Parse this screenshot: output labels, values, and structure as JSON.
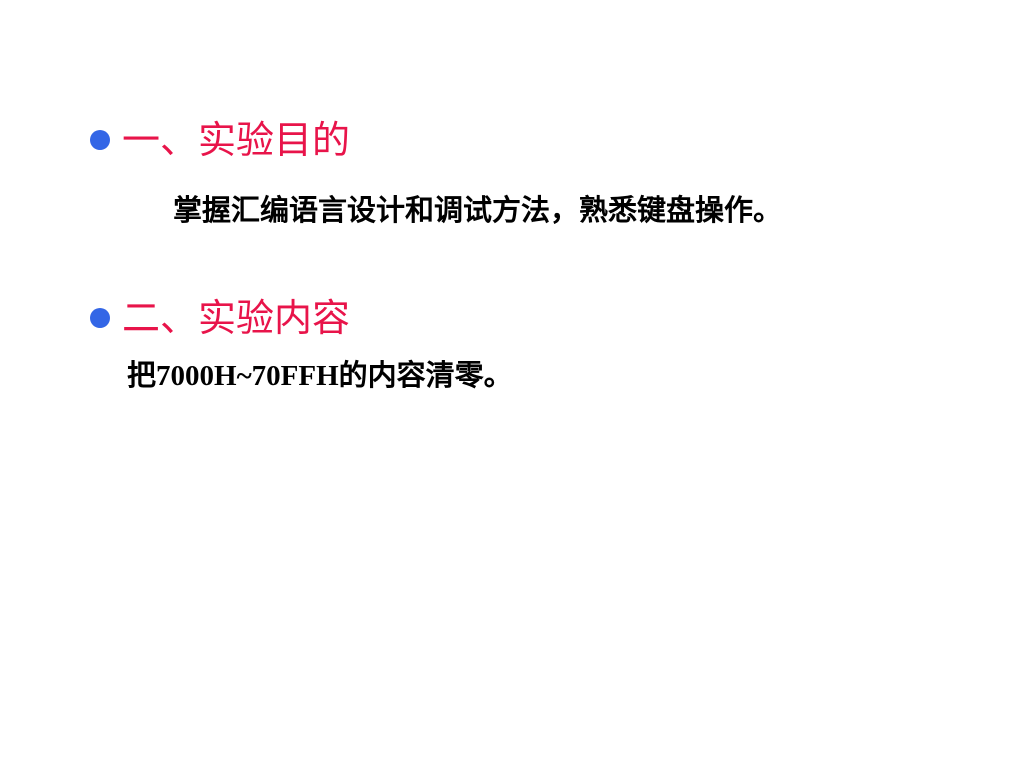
{
  "colors": {
    "heading": "#e8144a",
    "bullet": "#3366e6",
    "body": "#000000",
    "background": "#ffffff"
  },
  "sections": [
    {
      "bullet_icon": "filled-circle-bullet-icon",
      "heading": "一、实验目的",
      "body": "掌握汇编语言设计和调试方法，熟悉键盘操作。"
    },
    {
      "bullet_icon": "filled-circle-bullet-icon",
      "heading": "二、实验内容",
      "body_parts": [
        "把",
        "7000H~70FFH",
        "的内容清零。"
      ]
    }
  ]
}
